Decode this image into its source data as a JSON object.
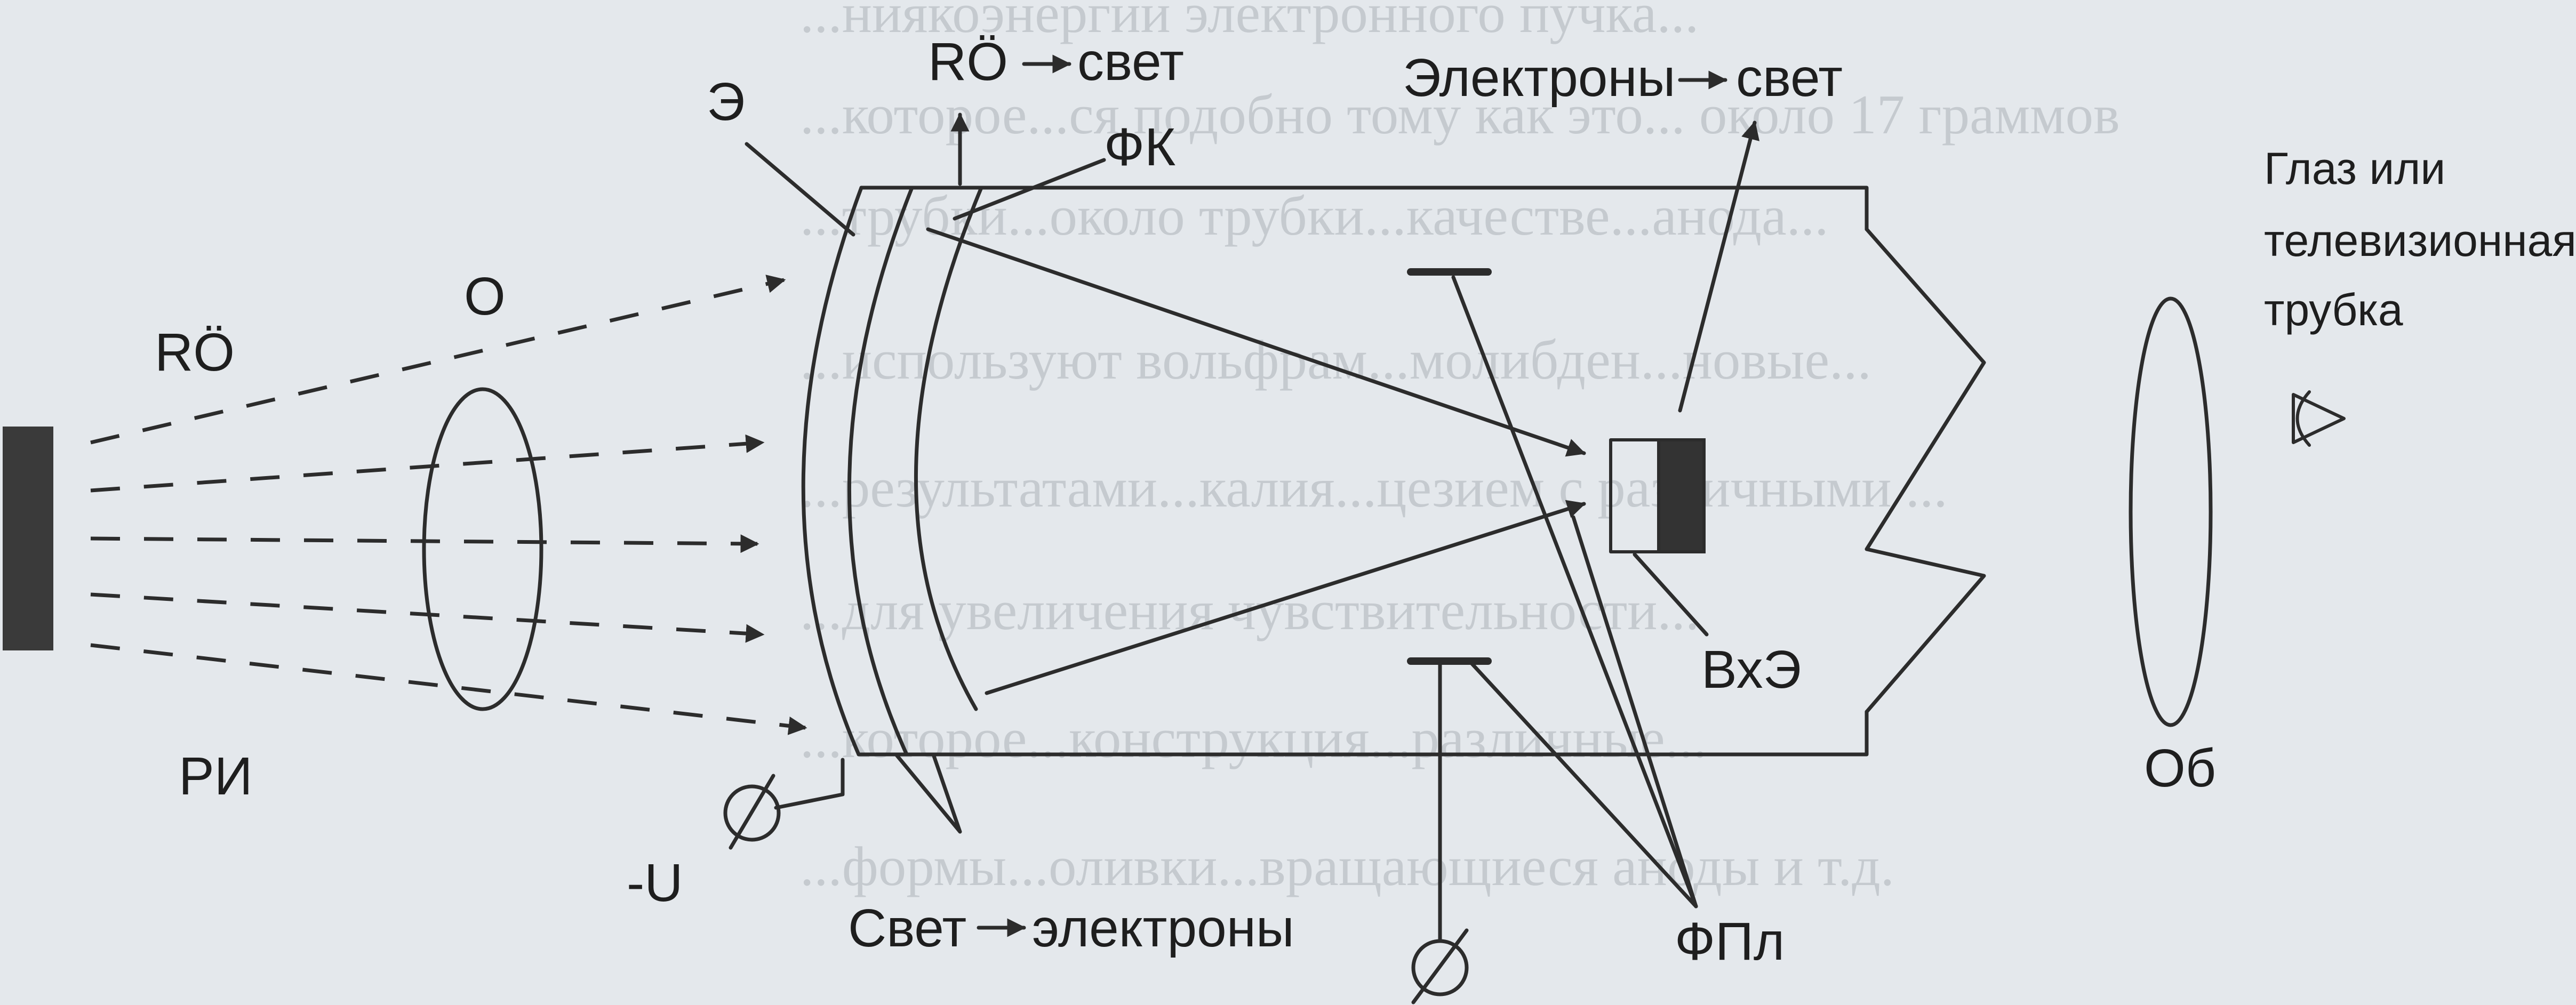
{
  "labels": {
    "ri": "РИ",
    "ro": "RÖ",
    "o": "O",
    "e": "Э",
    "ro_svet": "RÖ",
    "svet_word": "свет",
    "fk": "ФК",
    "electrons_svet": "Электроны",
    "electrons_svet_word": "свет",
    "eye_line1": "Глаз или",
    "eye_line2": "телевизионная",
    "eye_line3": "трубка",
    "vxe": "ВхЭ",
    "ob": "Об",
    "minus_u": "-U",
    "svet_electrons": "Свет",
    "svet_electrons_word": "электроны",
    "fpl": "ФПл"
  },
  "background_text": [
    "...ниякоэнергии электронного пучка...",
    "...которое...ся подобно тому как это... около 17 граммов",
    "...трубки...около трубки...качестве...анода...",
    "...используют вольфрам...молибден...новые...",
    "...результатами...калия...цезием с различными ...",
    "...для увеличения чувствительности...",
    "...которое...конструкция...различные...",
    "...формы...оливки...вращающиеся аноды и т.д."
  ]
}
